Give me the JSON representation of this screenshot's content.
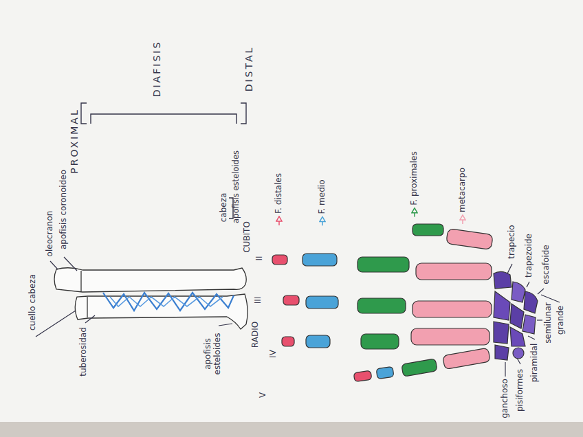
{
  "diagram": {
    "labels": [
      "oleocranon",
      "apofisis coronoideo",
      "PROXIMAL",
      "DIAFISIS",
      "DISTAL",
      "cabeza",
      "apofisis esteloides",
      "CUBITO",
      "cuello cabeza",
      "tuberosidad",
      "apofisis esteloides",
      "RADIO",
      "II",
      "III",
      "IV",
      "V",
      "trapecio",
      "trapezoide",
      "escafoide",
      "semilunar",
      "grande",
      "piramidal",
      "pisiformes",
      "ganchoso"
    ],
    "legend": [
      {
        "text": "F. distales",
        "color": "#e8506e"
      },
      {
        "text": "F. medio",
        "color": "#4aa3d8"
      },
      {
        "text": "F. proximales",
        "color": "#2f9a4c"
      },
      {
        "text": "metacarpo",
        "color": "#f2a0b0"
      }
    ]
  }
}
